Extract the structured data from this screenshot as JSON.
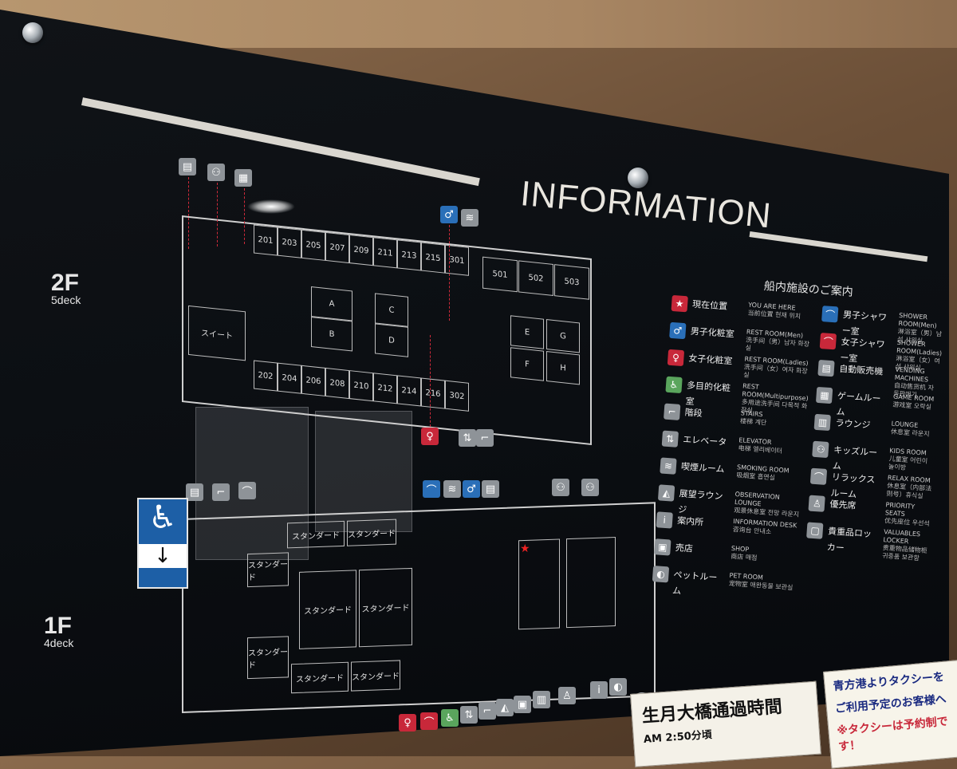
{
  "title": "INFORMATION",
  "legend_heading": "船内施設のご案内",
  "decks": [
    {
      "floor": "2F",
      "deck": "5deck"
    },
    {
      "floor": "1F",
      "deck": "4deck"
    }
  ],
  "rooms_2f_top": [
    "201",
    "203",
    "205",
    "207",
    "209",
    "211",
    "213",
    "215",
    "301",
    "501",
    "502",
    "503"
  ],
  "rooms_2f_bottom": [
    "202",
    "204",
    "206",
    "208",
    "210",
    "212",
    "214",
    "216",
    "302"
  ],
  "rooms_2f_inner": [
    "A",
    "B",
    "C",
    "D",
    "E",
    "F",
    "G",
    "H"
  ],
  "suite_label": "スイート",
  "standard_label": "スタンダード",
  "legend_left": [
    {
      "jp": "現在位置",
      "en": "YOU ARE HERE",
      "sub": "当前位置 현재 위치",
      "icon": "star-icon",
      "color": "#c8283a"
    },
    {
      "jp": "男子化粧室",
      "en": "REST ROOM(Men)",
      "sub": "洗手间（男）남자 화장실",
      "icon": "man-icon",
      "color": "#2a6fb8"
    },
    {
      "jp": "女子化粧室",
      "en": "REST ROOM(Ladies)",
      "sub": "洗手间（女）여자 화장실",
      "icon": "woman-icon",
      "color": "#c8283a"
    },
    {
      "jp": "多目的化粧室",
      "en": "REST ROOM(Multipurpose)",
      "sub": "多用途洗手间 다목적 화장실",
      "icon": "multipurpose-icon",
      "color": "#5aa55d"
    },
    {
      "jp": "階段",
      "en": "STAIRS",
      "sub": "楼梯 계단",
      "icon": "stairs-icon",
      "color": "#8e9398"
    },
    {
      "jp": "エレベータ",
      "en": "ELEVATOR",
      "sub": "电梯 엘리베이터",
      "icon": "elevator-icon",
      "color": "#8e9398"
    },
    {
      "jp": "喫煙ルーム",
      "en": "SMOKING ROOM",
      "sub": "吸烟室 흡연실",
      "icon": "smoking-icon",
      "color": "#8e9398"
    },
    {
      "jp": "展望ラウンジ",
      "en": "OBSERVATION LOUNGE",
      "sub": "观景休息室 전망 라운지",
      "icon": "observation-icon",
      "color": "#8e9398"
    },
    {
      "jp": "案内所",
      "en": "INFORMATION DESK",
      "sub": "咨询台 안내소",
      "icon": "information-icon",
      "color": "#8e9398"
    },
    {
      "jp": "売店",
      "en": "SHOP",
      "sub": "商店 매점",
      "icon": "shop-icon",
      "color": "#8e9398"
    },
    {
      "jp": "ペットルーム",
      "en": "PET ROOM",
      "sub": "宠物室 애완동물 보관실",
      "icon": "pet-icon",
      "color": "#8e9398"
    }
  ],
  "legend_right": [
    {
      "jp": "男子シャワー室",
      "en": "SHOWER ROOM(Men)",
      "sub": "淋浴室（男）남성 샤워실",
      "icon": "shower-men-icon",
      "color": "#2a6fb8"
    },
    {
      "jp": "女子シャワー室",
      "en": "SHOWER ROOM(Ladies)",
      "sub": "淋浴室（女）여성 샤워실",
      "icon": "shower-ladies-icon",
      "color": "#c8283a"
    },
    {
      "jp": "自動販売機",
      "en": "VENDING MACHINES",
      "sub": "自动售货机 자동판매기",
      "icon": "vending-icon",
      "color": "#8e9398"
    },
    {
      "jp": "ゲームルーム",
      "en": "GAME ROOM",
      "sub": "游戏室 오락실",
      "icon": "game-icon",
      "color": "#8e9398"
    },
    {
      "jp": "ラウンジ",
      "en": "LOUNGE",
      "sub": "休息室 라운지",
      "icon": "lounge-icon",
      "color": "#8e9398"
    },
    {
      "jp": "キッズルーム",
      "en": "KIDS ROOM",
      "sub": "儿童室 어린이 놀이방",
      "icon": "kids-icon",
      "color": "#8e9398"
    },
    {
      "jp": "リラックスルーム",
      "en": "RELAX ROOM",
      "sub": "休息室（内部法则号）휴식실",
      "icon": "relax-icon",
      "color": "#8e9398"
    },
    {
      "jp": "優先席",
      "en": "PRIORITY SEATS",
      "sub": "优先座位 우선석",
      "icon": "priority-icon",
      "color": "#8e9398"
    },
    {
      "jp": "貴重品ロッカー",
      "en": "VALUABLES LOCKER",
      "sub": "贵重物品储物柜 귀중품 보관함",
      "icon": "locker-icon",
      "color": "#8e9398"
    }
  ],
  "notice_1": "生月大橋通過時間",
  "notice_1_sub": "AM 2:50分頃",
  "notice_2_line1": "青方港よりタクシーを",
  "notice_2_line2": "ご利用予定のお客様へ",
  "notice_2_line3": "※タクシーは予約制です！"
}
